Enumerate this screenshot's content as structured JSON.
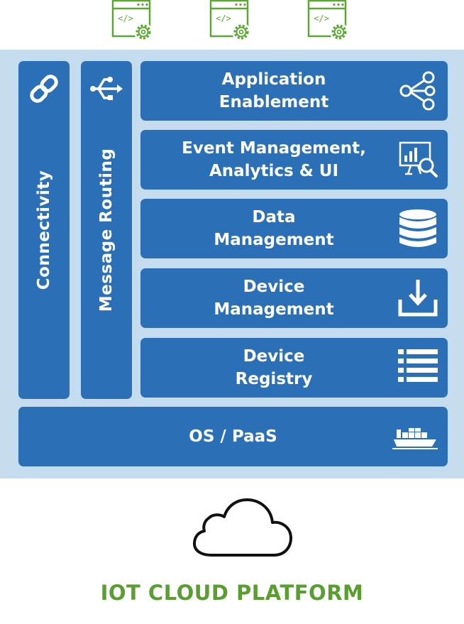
{
  "top_icons": [
    {
      "icon": "code-window-gear-icon",
      "color": "#5aa832"
    },
    {
      "icon": "code-window-gear-icon",
      "color": "#5aa832"
    },
    {
      "icon": "code-window-gear-icon",
      "color": "#5aa832"
    }
  ],
  "columns": [
    {
      "label": "Connectivity",
      "icon": "link-icon"
    },
    {
      "label": "Message Routing",
      "icon": "usb-routing-icon"
    }
  ],
  "layers": [
    {
      "line1": "Application",
      "line2": "Enablement",
      "icon": "share-network-icon"
    },
    {
      "line1": "Event Management,",
      "line2": "Analytics & UI",
      "icon": "analytics-search-icon"
    },
    {
      "line1": "Data",
      "line2": "Management",
      "icon": "database-icon"
    },
    {
      "line1": "Device",
      "line2": "Management",
      "icon": "download-tray-icon"
    },
    {
      "line1": "Device",
      "line2": "Registry",
      "icon": "list-icon"
    }
  ],
  "base": {
    "label": "OS / PaaS",
    "icon": "container-ship-icon"
  },
  "cloud_icon": "cloud-icon",
  "platform_title": "IOT CLOUD PLATFORM",
  "colors": {
    "block": "#2b6fb6",
    "panel": "#c5dcee",
    "accent_green": "#5a9e32",
    "text_on_block": "#ffffff"
  }
}
